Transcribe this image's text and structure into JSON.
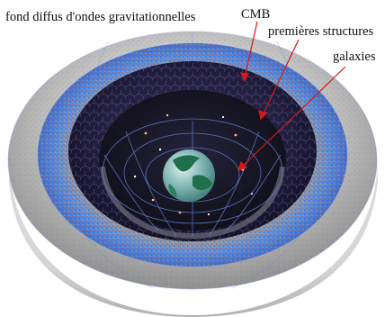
{
  "labels": {
    "gravitational_wave_background": "fond diffus d'ondes gravitationnelles",
    "cmb": "CMB",
    "first_structures": "premières structures",
    "galaxies": "galaxies"
  },
  "colors": {
    "outer_shell": "#bdbdbd",
    "cmb_warm": "#f2a33a",
    "cmb_cold": "#2f5fc8",
    "structures": "#1b1838",
    "galaxies_bg": "#14131d",
    "grid": "#6b86d9",
    "arrow": "#d21a1a",
    "earth_ocean": "#6aa7a8",
    "earth_land": "#1f6f4c"
  }
}
